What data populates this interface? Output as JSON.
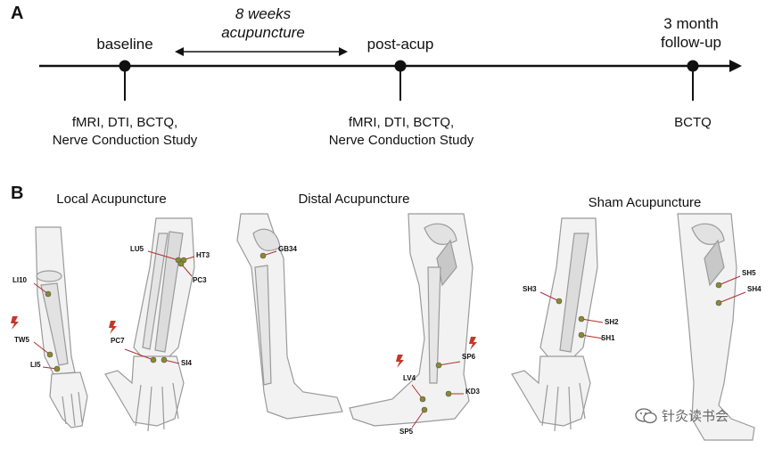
{
  "panel_a": {
    "letter": "A",
    "baseline": "baseline",
    "duration_line1": "8 weeks",
    "duration_line2": "acupuncture",
    "post": "post-acup",
    "followup_line1": "3 month",
    "followup_line2": "follow-up",
    "baseline_measures_line1": "fMRI, DTI, BCTQ,",
    "baseline_measures_line2": "Nerve Conduction Study",
    "post_measures_line1": "fMRI, DTI, BCTQ,",
    "post_measures_line2": "Nerve Conduction Study",
    "followup_measure": "BCTQ"
  },
  "panel_b": {
    "letter": "B",
    "local_title": "Local Acupuncture",
    "distal_title": "Distal Acupuncture",
    "sham_title": "Sham Acupuncture",
    "points": {
      "li10": "LI10",
      "tw5": "TW5",
      "li5": "LI5",
      "lu5": "LU5",
      "ht3": "HT3",
      "pc3": "PC3",
      "pc7": "PC7",
      "si4": "SI4",
      "gb34": "GB34",
      "lv4": "LV4",
      "sp6": "SP6",
      "kd3": "KD3",
      "sp5": "SP5",
      "sh3": "SH3",
      "sh2": "SH2",
      "sh1": "SH1",
      "sh5": "SH5",
      "sh4": "SH4"
    }
  },
  "watermark": "针灸读书会",
  "colors": {
    "marker": "#111111",
    "acupoint": "#8a8a2a",
    "leader": "#b03030",
    "stim": "#c0392b",
    "anatomy": "#9a9a9a"
  }
}
